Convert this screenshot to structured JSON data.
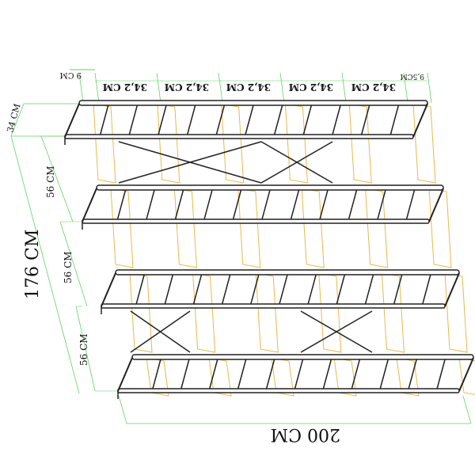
{
  "title": "Shelf dimensions drawing",
  "colors": {
    "frame": "#222222",
    "panel": "#e8b84a",
    "dimension": "#5fd35f"
  },
  "dimensions": {
    "top_left_offset": "9 CM",
    "bay_widths": [
      "34,2 CM",
      "34,2 CM",
      "34,2 CM",
      "34,2 CM",
      "34,2 CM"
    ],
    "top_right_offset": "9,5CM",
    "depth": "34 CM",
    "tier_heights": [
      "56 CM",
      "56 CM",
      "56 CM"
    ],
    "total_height": "176 CM",
    "total_width": "200 CM"
  }
}
